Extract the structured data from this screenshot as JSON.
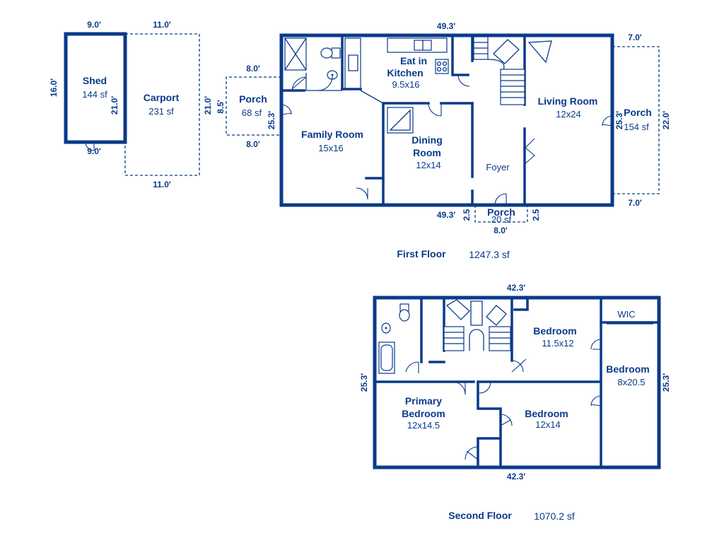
{
  "colors": {
    "wall": "#0a3a8a",
    "background": "#ffffff"
  },
  "icons": [
    "shower-icon",
    "toilet-icon",
    "sink-icon",
    "range-icon",
    "kitchen-sink-icon",
    "bathtub-icon",
    "stair-icon",
    "door-swing-icon"
  ],
  "floors": {
    "first": {
      "label": "First Floor",
      "area": "1247.3 sf"
    },
    "second": {
      "label": "Second Floor",
      "area": "1070.2 sf"
    }
  },
  "rooms": {
    "shed": {
      "name": "Shed",
      "size": "144 sf"
    },
    "carport": {
      "name": "Carport",
      "size": "231 sf"
    },
    "porch_west": {
      "name": "Porch",
      "size": "68 sf"
    },
    "family_room": {
      "name": "Family Room",
      "size": "15x16"
    },
    "kitchen": {
      "name_line1": "Eat in",
      "name_line2": "Kitchen",
      "size": "9.5x16"
    },
    "dining": {
      "name_line1": "Dining",
      "name_line2": "Room",
      "size": "12x14"
    },
    "foyer": {
      "name": "Foyer"
    },
    "living_room": {
      "name": "Living Room",
      "size": "12x24"
    },
    "porch_east": {
      "name": "Porch",
      "size": "154 sf"
    },
    "porch_front": {
      "name": "Porch",
      "size": "20 sf"
    },
    "bedroom_ne": {
      "name": "Bedroom",
      "size": "11.5x12"
    },
    "wic": {
      "name": "WIC"
    },
    "bedroom_e": {
      "name": "Bedroom",
      "size": "8x20.5"
    },
    "primary": {
      "name_line1": "Primary",
      "name_line2": "Bedroom",
      "size": "12x14.5"
    },
    "bedroom_s": {
      "name": "Bedroom",
      "size": "12x14"
    }
  },
  "dimensions": {
    "shed_top": "9.0'",
    "shed_bottom": "9.0'",
    "shed_left": "16.0'",
    "shed_right": "21.0'",
    "carport_top": "11.0'",
    "carport_bottom": "11.0'",
    "carport_right": "21.0'",
    "porch_w_top": "8.0'",
    "porch_w_bottom": "8.0'",
    "porch_w_left": "8.5'",
    "first_top": "49.3'",
    "first_bottom": "49.3'",
    "first_left": "25.3'",
    "first_right": "25.3'",
    "porch_e_top": "7.0'",
    "porch_e_bottom": "7.0'",
    "porch_e_right": "22.0'",
    "front_porch_left": "2.5",
    "front_porch_right": "2.5",
    "front_porch_bottom": "8.0'",
    "second_top": "42.3'",
    "second_bottom": "42.3'",
    "second_left": "25.3'",
    "second_right": "25.3'"
  }
}
